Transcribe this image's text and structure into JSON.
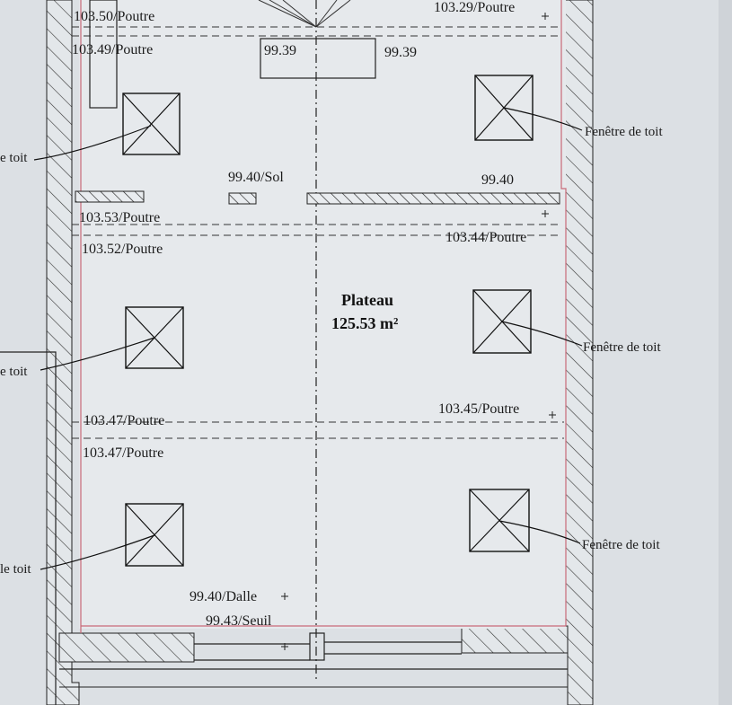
{
  "plan": {
    "room_name": "Plateau",
    "room_area": "125.53 m²",
    "beams": {
      "top_left_upper": "103.50/Poutre",
      "top_left_lower": "103.49/Poutre",
      "top_right": "103.29/Poutre",
      "mid_left_upper": "103.53/Poutre",
      "mid_left_lower": "103.52/Poutre",
      "mid_right": "103.44/Poutre",
      "low_left_upper": "103.47/Poutre",
      "low_left_lower": "103.47/Poutre",
      "low_right": "103.45/Poutre"
    },
    "levels": {
      "top_stair_left": "99.39",
      "top_stair_right": "99.39",
      "floor_left": "99.40/Sol",
      "floor_right": "99.40",
      "slab": "99.40/Dalle",
      "sill": "99.43/Seuil"
    },
    "windows": {
      "right_1": "Fenêtre de toit",
      "right_2": "Fenêtre de toit",
      "right_3": "Fenêtre de toit",
      "left_1": "e toit",
      "left_2": "e toit",
      "left_3": "le toit"
    }
  }
}
